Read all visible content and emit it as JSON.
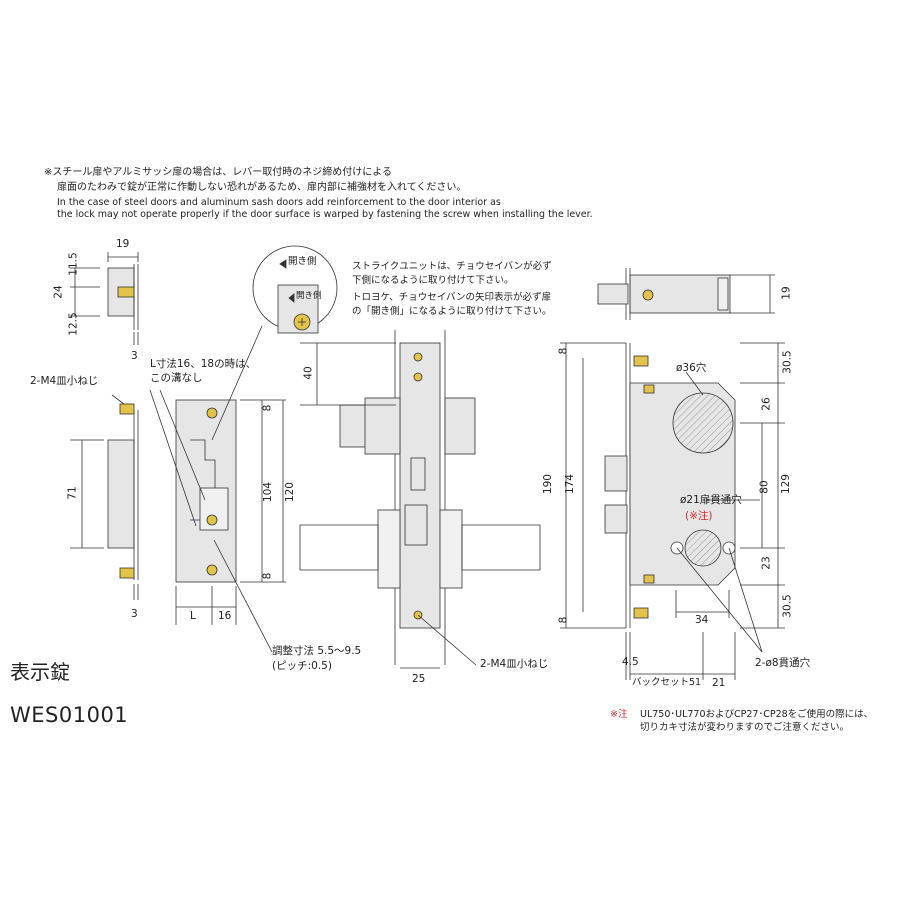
{
  "notes": {
    "jp_line1": "※スチール扉やアルミサッシ扉の場合は、レバー取付時のネジ締め付けによる",
    "jp_line2": "扉面のたわみで錠が正常に作動しない恐れがあるため、扉内部に補強材を入れてください。",
    "en_line1": "In the case of steel doors and aluminum sash doors add reinforcement to the door interior as",
    "en_line2": "the lock may not operate properly if the door surface is warped by fastening the screw when installing the lever."
  },
  "strike_note": {
    "line1": "ストライクユニットは、チョウセイバンが必ず",
    "line2": "下側になるように取り付けて下さい。",
    "line3": "トロヨケ、チョウセイバンの矢印表示が必ず扉",
    "line4": "の「開き側」になるように取り付けて下さい。"
  },
  "detail": {
    "open_side_1": "開き側",
    "open_side_2": "開き側"
  },
  "left_view": {
    "dim_19": "19",
    "dim_11_5": "11.5",
    "dim_24": "24",
    "dim_12_5": "12.5",
    "dim_3_top": "3",
    "screw_label": "2-M4皿小ねじ",
    "dim_71": "71",
    "dim_3_bottom": "3"
  },
  "strike_view": {
    "groove_note_1": "L寸法16、18の時は、",
    "groove_note_2": "この溝なし",
    "dim_8_top": "8",
    "dim_104": "104",
    "dim_120": "120",
    "dim_8_bottom": "8",
    "dim_L": "L",
    "dim_16": "16",
    "adjust_1": "調整寸法 5.5〜9.5",
    "adjust_2": "(ピッチ:0.5)"
  },
  "front_view": {
    "dim_40": "40",
    "dim_25": "25",
    "screw_label": "2-M4皿小ねじ"
  },
  "right_view": {
    "dim_19": "19",
    "dim_8_top": "8",
    "dim_30_5_top": "30.5",
    "hole36": "ø36穴",
    "dim_26": "26",
    "dim_190": "190",
    "dim_174": "174",
    "dim_80": "80",
    "dim_129": "129",
    "hole21": "ø21扉貫通穴",
    "note_mark": "(※注)",
    "dim_23": "23",
    "dim_30_5_bottom": "30.5",
    "dim_8_bottom": "8",
    "dim_34": "34",
    "dim_4_5": "4.5",
    "holes8": "2-ø8貫通穴",
    "backset": "バックセット51",
    "dim_21": "21"
  },
  "footnote": {
    "mark": "※注",
    "line1": "UL750･UL770およびCP27･CP28をご使用の際には、",
    "line2": "切りカキ寸法が変わりますのでご注意ください。"
  },
  "product": {
    "title": "表示錠",
    "model": "WES01001"
  },
  "colors": {
    "line": "#333333",
    "body_fill": "#e6e6e6",
    "screw_gold": "#e3c34a",
    "note_red": "#d2282e"
  }
}
